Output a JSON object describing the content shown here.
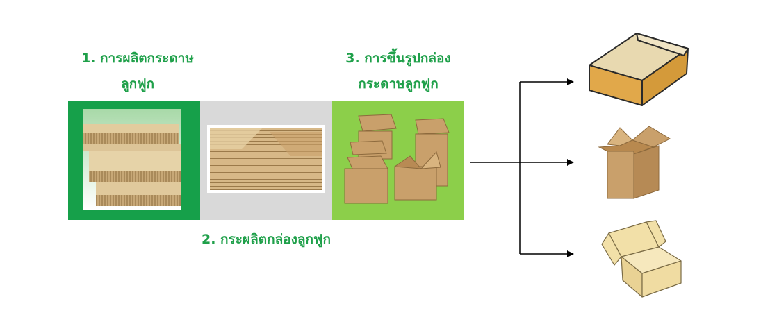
{
  "labels": {
    "step1_line1": "1. การผลิตกระดาษ",
    "step1_line2": "ลูกฟูก",
    "step2": "2. กระผลิตกล่องลูกฟูก",
    "step3_line1": "3. การขึ้นรูปกล่อง",
    "step3_line2": "กระดาษลูกฟูก"
  },
  "colors": {
    "label_green": "#1fa04a",
    "panel1_bg": "#16a04a",
    "panel2_bg": "#d9d9d9",
    "panel3_bg": "#8ccf4a",
    "cardboard": "#c9a06b",
    "arrow": "#000000"
  }
}
